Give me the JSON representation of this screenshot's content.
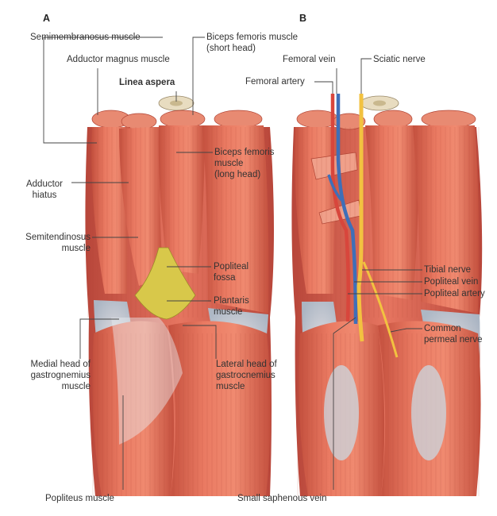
{
  "panels": {
    "a": "A",
    "b": "B"
  },
  "labels": {
    "semimembranosus": "Semimembranosus muscle",
    "biceps_short_1": "Biceps femoris muscle",
    "biceps_short_2": "(short head)",
    "adductor_magnus": "Adductor magnus muscle",
    "linea_aspera": "Linea aspera",
    "biceps_long_1": "Biceps femoris",
    "biceps_long_2": "muscle",
    "biceps_long_3": "(long head)",
    "adductor_hiatus_1": "Adductor",
    "adductor_hiatus_2": "hiatus",
    "semitendinosus_1": "Semitendinosus",
    "semitendinosus_2": "muscle",
    "popliteal_fossa_1": "Popliteal",
    "popliteal_fossa_2": "fossa",
    "plantaris_1": "Plantaris",
    "plantaris_2": "muscle",
    "medial_head_1": "Medial head of",
    "medial_head_2": "gastrognemius",
    "medial_head_3": "muscle",
    "lateral_head_1": "Lateral head of",
    "lateral_head_2": "gastrocnemius",
    "lateral_head_3": "muscle",
    "popliteus": "Popliteus muscle",
    "femoral_vein": "Femoral vein",
    "sciatic_nerve": "Sciatic nerve",
    "femoral_artery": "Femoral artery",
    "tibial_nerve": "Tibial nerve",
    "popliteal_vein": "Popliteal vein",
    "popliteal_artery": "Popliteal artery",
    "common_peroneal_1": "Common",
    "common_peroneal_2": "permeal nerve",
    "small_saphenous": "Small saphenous vein"
  },
  "colors": {
    "muscle": "#e2705a",
    "muscle_dark": "#c4503e",
    "muscle_light": "#f29a82",
    "tendon": "#c9d8e2",
    "fossa": "#d8c84a",
    "nerve": "#f2c240",
    "vein": "#3f6fb8",
    "artery": "#d8463c",
    "bone": "#e8dcc0",
    "leader": "#444444"
  }
}
